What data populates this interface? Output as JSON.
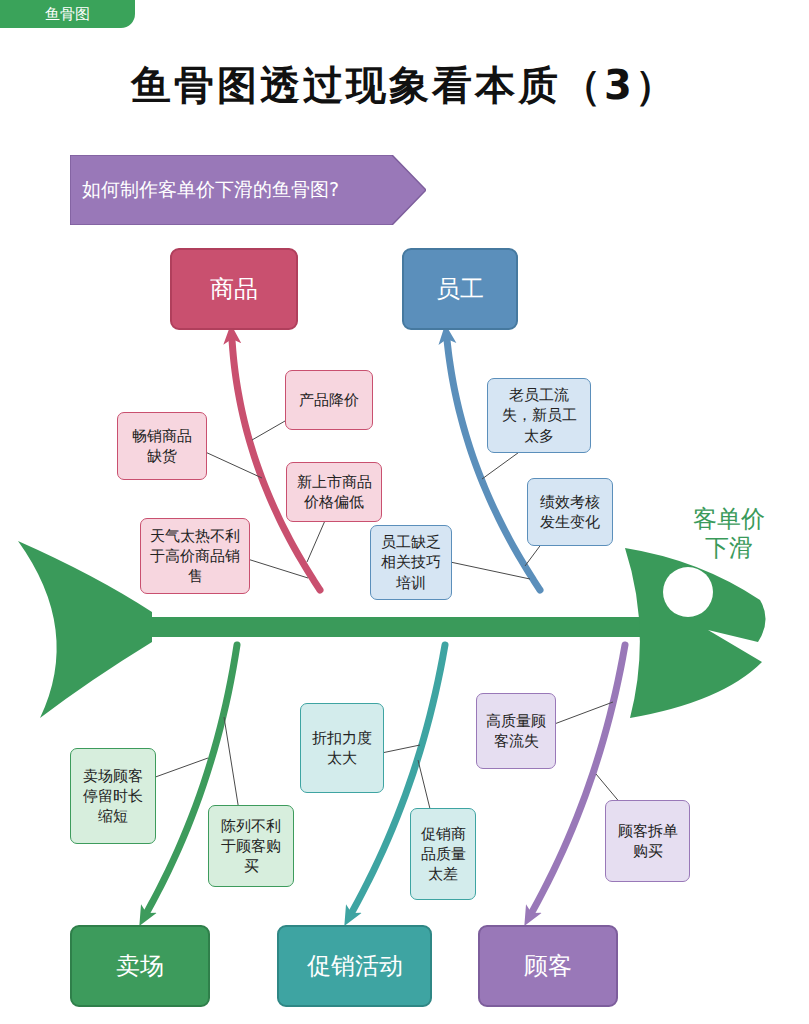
{
  "diagram": {
    "title": "鱼骨图透过现象看本质（3）",
    "nodes": [
      {
        "text": [
          "鱼骨图"
        ]
      },
      {
        "text": [
          "如何制作客单价下滑的鱼骨图?"
        ]
      },
      {
        "text": [
          "商品"
        ]
      },
      {
        "text": [
          "员工"
        ]
      },
      {
        "text": [
          "畅销商品缺货"
        ]
      },
      {
        "text": [
          "产品降价"
        ]
      },
      {
        "text": [
          "新上市商品价格偏低"
        ]
      },
      {
        "text": [
          "天气太热不利于高价商品销售"
        ]
      },
      {
        "text": [
          "老员工流失，新员工太多"
        ]
      },
      {
        "text": [
          "绩效考核发生变化"
        ]
      },
      {
        "text": [
          "员工缺乏相关技巧培训"
        ]
      },
      {
        "text": [
          "卖场顾客停留时长缩短"
        ]
      },
      {
        "text": [
          "陈列不利于顾客购买"
        ]
      },
      {
        "text": [
          "折扣力度太大"
        ]
      },
      {
        "text": [
          "促销商品质量太差"
        ]
      },
      {
        "text": [
          "高质量顾客流失"
        ]
      },
      {
        "text": [
          "顾客拆单购买"
        ]
      },
      {
        "text": [
          "卖场"
        ]
      },
      {
        "text": [
          "促销活动"
        ]
      },
      {
        "text": [
          "顾客"
        ]
      }
    ],
    "labels": [
      "客单价下滑"
    ]
  }
}
